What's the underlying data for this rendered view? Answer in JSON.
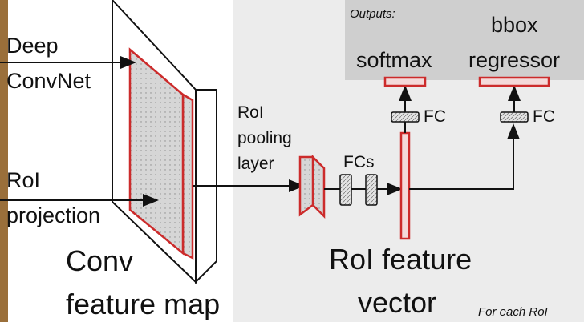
{
  "labels": {
    "outputs": "Outputs:",
    "bbox": "bbox",
    "softmax": "softmax",
    "regressor": "regressor",
    "deep": "Deep",
    "convnet": "ConvNet",
    "roi": "RoI",
    "projection": "projection",
    "roi_pooling_1": "RoI",
    "roi_pooling_2": "pooling",
    "roi_pooling_3": "layer",
    "fcs": "FCs",
    "fc_left": "FC",
    "fc_right": "FC",
    "conv": "Conv",
    "feature_map": "feature map",
    "roi_feature": "RoI feature",
    "vector": "vector",
    "for_each_roi": "For each RoI"
  },
  "colors": {
    "red_box": "#cc2b2b",
    "gray_panel": "#ececec",
    "outputs_panel": "#cfcfcf",
    "dark_line": "#111111"
  }
}
